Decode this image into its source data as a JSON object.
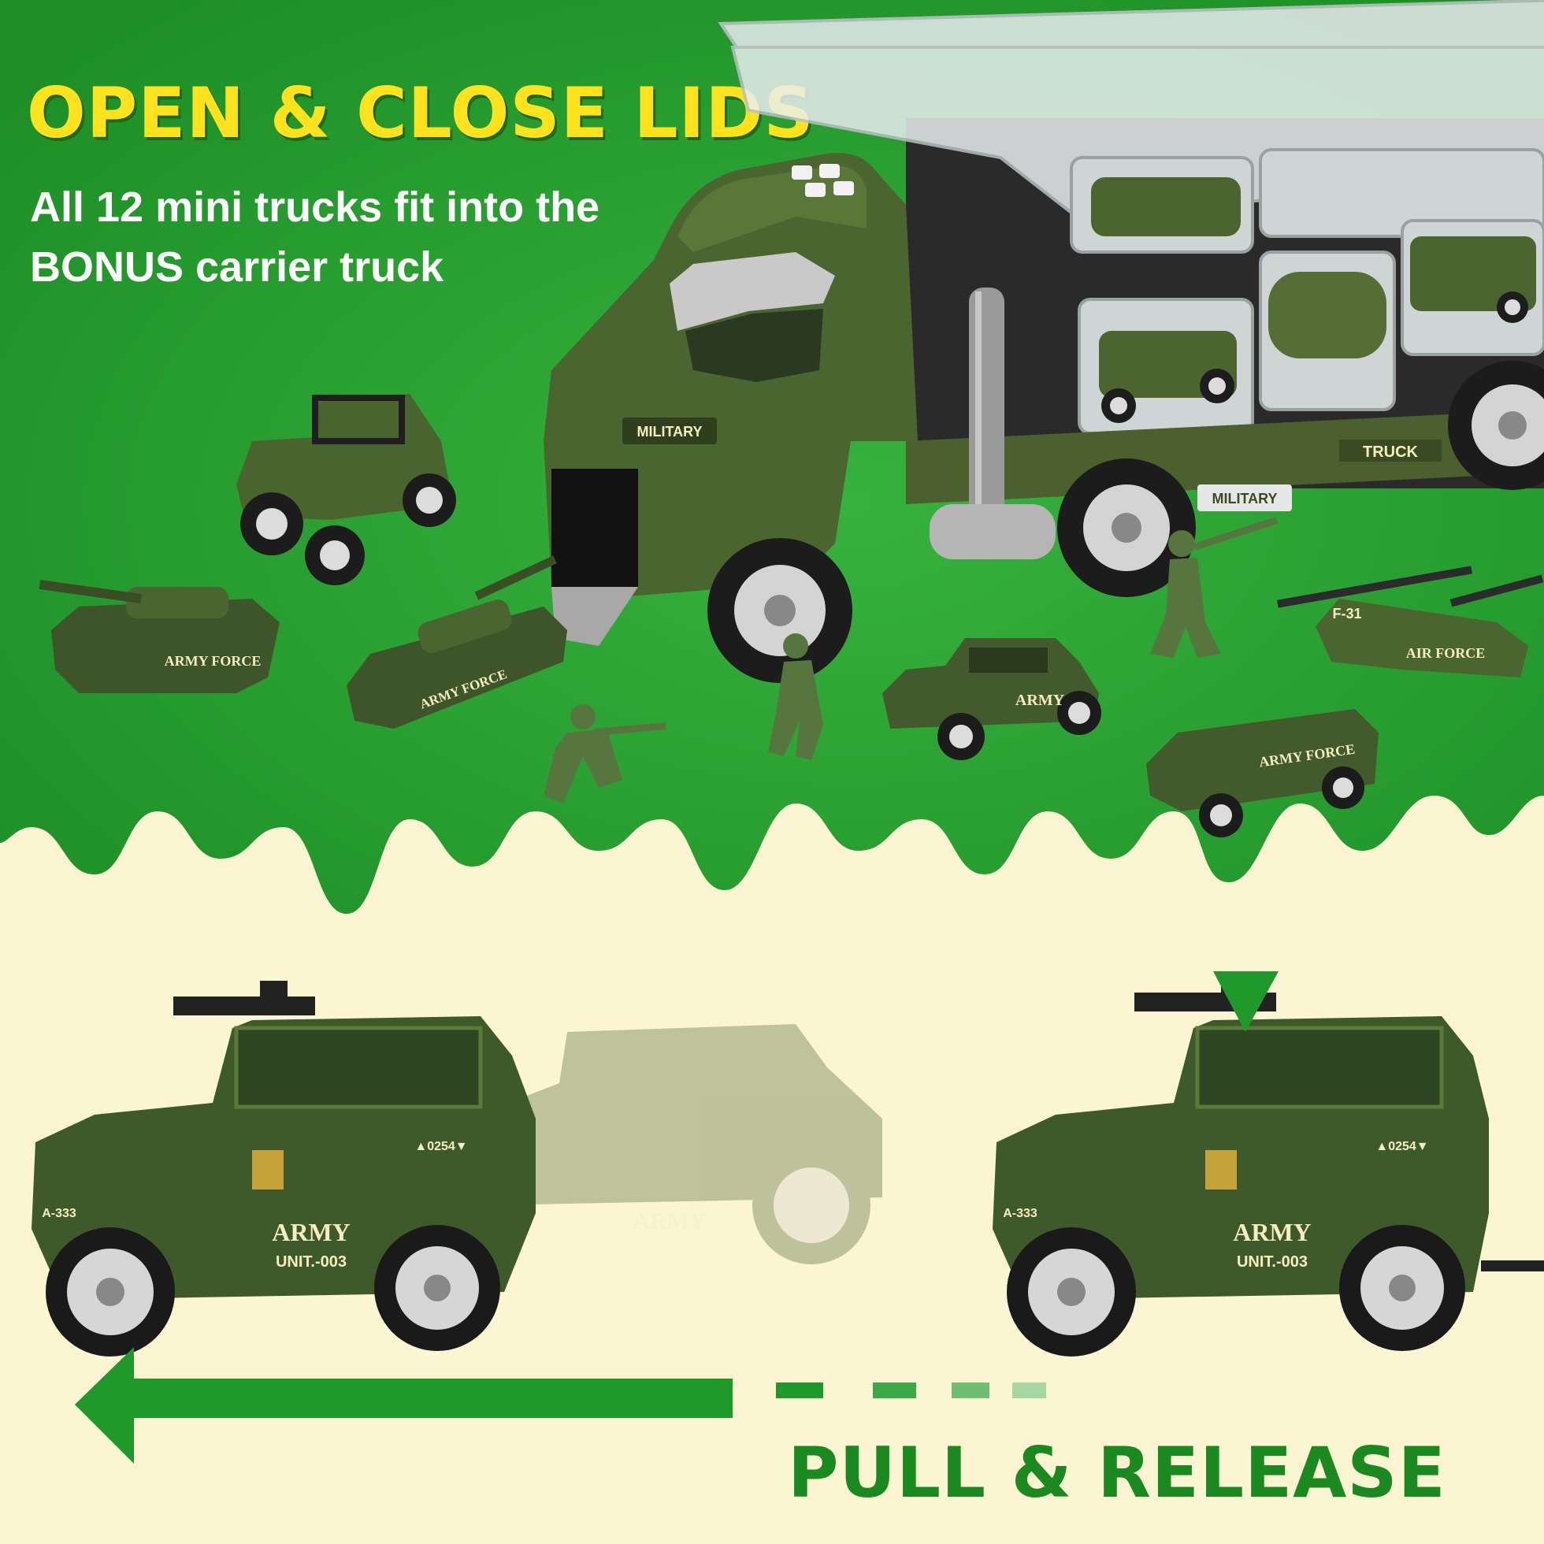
{
  "hero": {
    "headline": "OPEN & CLOSE LIDS",
    "sub_line_1": "All 12 mini trucks fit into the",
    "sub_line_2": "BONUS carrier truck"
  },
  "truck_decals": {
    "military": "MILITARY",
    "truck": "TRUCK"
  },
  "vehicle_decals": {
    "army_force": "ARMY FORCE",
    "air_force": "AIR FORCE",
    "army": "ARMY",
    "unit": "UNIT.-003",
    "serial": "▲0254▼",
    "plate": "A-333",
    "heli_code": "F-31"
  },
  "footer": {
    "headline": "PULL & RELEASE"
  },
  "colors": {
    "brand_green": "#1f9a2a",
    "headline_yellow": "#ffe11d",
    "cream": "#fbf5d2",
    "army_green": "#3f5a2a"
  }
}
